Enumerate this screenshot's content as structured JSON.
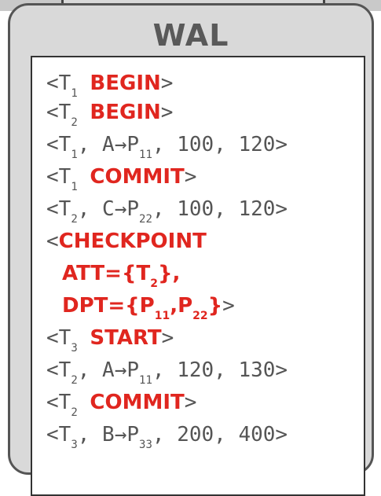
{
  "title": "WAL",
  "log": [
    {
      "open": "<T",
      "tx": "1",
      "kw": "BEGIN",
      "close": ">"
    },
    {
      "open": "<T",
      "tx": "2",
      "kw": "BEGIN",
      "close": ">"
    },
    {
      "open": "<T",
      "tx": "1",
      "mid": ", A→P",
      "pg": "11",
      "vals": ", 100, 120>"
    },
    {
      "open": "<T",
      "tx": "1",
      "kw": "COMMIT",
      "close": ">"
    },
    {
      "open": "<T",
      "tx": "2",
      "mid": ", C→P",
      "pg": "22",
      "vals": ", 100, 120>"
    },
    {
      "open": "<",
      "kw": "CHECKPOINT"
    },
    {
      "att_label": "ATT={T",
      "att_sub": "2",
      "att_close": "},"
    },
    {
      "dpt_label": "DPT={P",
      "dpt_sub1": "11",
      "dpt_sep": ",P",
      "dpt_sub2": "22",
      "dpt_close": "}",
      "close": ">"
    },
    {
      "open": "<T",
      "tx": "3",
      "kw": "START",
      "close": ">"
    },
    {
      "open": "<T",
      "tx": "2",
      "mid": ", A→P",
      "pg": "11",
      "vals": ", 120, 130>"
    },
    {
      "open": "<T",
      "tx": "2",
      "kw": "COMMIT",
      "close": ">"
    },
    {
      "open": "<T",
      "tx": "3",
      "mid": ", B→P",
      "pg": "33",
      "vals": ", 200, 400>"
    }
  ],
  "colors": {
    "keyword": "#e0261f",
    "text": "#555555",
    "panel": "#d9d9d9",
    "title": "#595959"
  }
}
